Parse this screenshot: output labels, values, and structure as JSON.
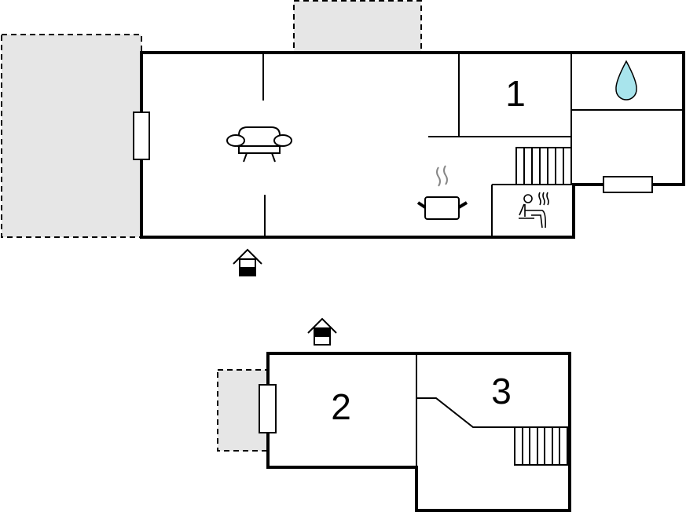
{
  "floor_plan": {
    "rooms": [
      {
        "id": "room-1",
        "label": "1"
      },
      {
        "id": "room-2",
        "label": "2"
      },
      {
        "id": "room-3",
        "label": "3"
      }
    ],
    "icons": [
      "sofa-icon",
      "cooking-pot-icon",
      "sauna-icon",
      "water-drop-icon",
      "entrance-icon",
      "stairs-icon",
      "window-icon",
      "terrace-area"
    ],
    "colors": {
      "wall": "#000000",
      "terrace": "#e6e6e6",
      "water": "#a8e4ec",
      "steam": "#888888"
    }
  }
}
